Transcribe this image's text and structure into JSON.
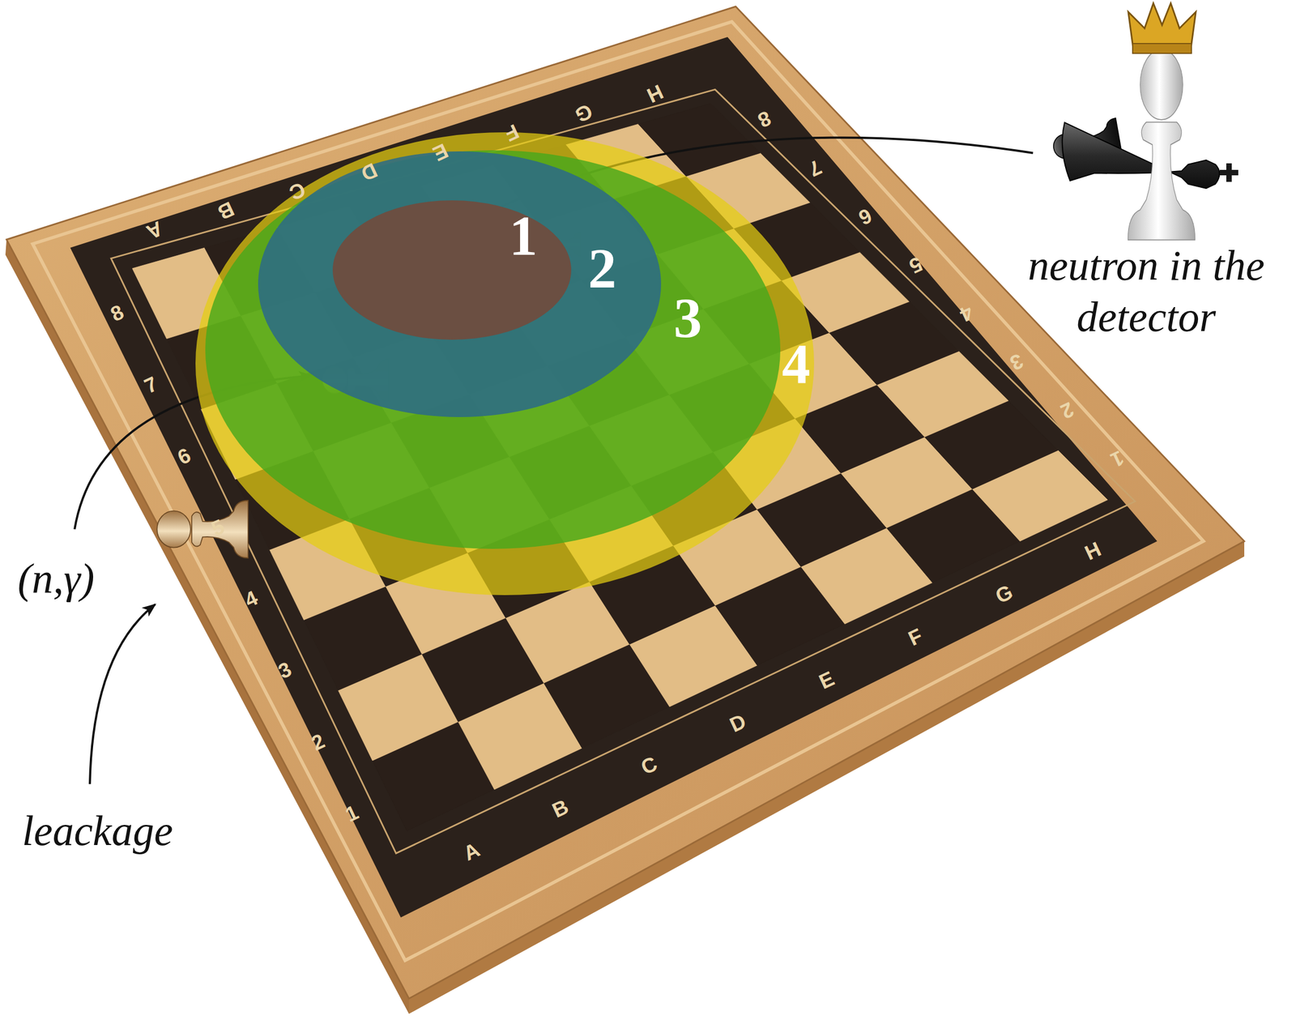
{
  "diagram": {
    "nodes": [
      {
        "text": [
          "4"
        ]
      },
      {
        "text": [
          "3"
        ],
        "in": 0
      },
      {
        "text": [
          "2"
        ],
        "in": 1
      },
      {
        "text": [
          "1"
        ],
        "in": 2
      }
    ],
    "labels": [
      "neutron in the detector",
      "(n,γ)",
      "leackage",
      "A",
      "B",
      "C",
      "D",
      "E",
      "F",
      "G",
      "H",
      "1",
      "2",
      "3",
      "4",
      "5",
      "6",
      "7",
      "8",
      "A",
      "B",
      "C",
      "D",
      "E",
      "F",
      "G",
      "H",
      "1",
      "2",
      "3",
      "4",
      "5",
      "6",
      "7",
      "8"
    ]
  }
}
